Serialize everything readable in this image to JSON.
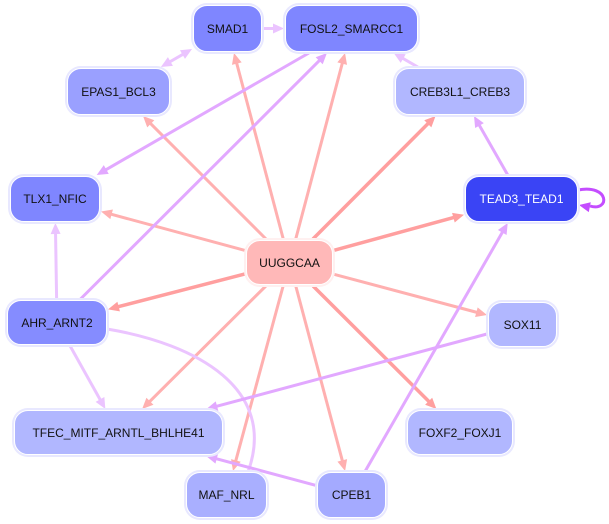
{
  "graph": {
    "title": "UUGGCAA regulatory network",
    "colors": {
      "center_fill": "#ffb8b8",
      "edge_center": "#ffb0b0",
      "edge_center_strong": "#ff9f9f",
      "edge_tf": "#e2a8ff",
      "edge_tf_light": "#ebc4ff",
      "edge_tf_strong": "#c44dff"
    },
    "nodes": [
      {
        "id": "SMAD1",
        "label": "SMAD1",
        "fill": "#7f86ff",
        "text": "dark-text"
      },
      {
        "id": "FOSL2_SMARCC1",
        "label": "FOSL2_SMARCC1",
        "fill": "#7f86ff",
        "text": "dark-text"
      },
      {
        "id": "EPAS1_BCL3",
        "label": "EPAS1_BCL3",
        "fill": "#9aa0ff",
        "text": "dark-text"
      },
      {
        "id": "CREB3L1_CREB3",
        "label": "CREB3L1_CREB3",
        "fill": "#b1b7ff",
        "text": "dark-text"
      },
      {
        "id": "TLX1_NFIC",
        "label": "TLX1_NFIC",
        "fill": "#7f86ff",
        "text": "dark-text"
      },
      {
        "id": "TEAD3_TEAD1",
        "label": "TEAD3_TEAD1",
        "fill": "#3a44f5",
        "text": "light-text"
      },
      {
        "id": "UUGGCAA",
        "label": "UUGGCAA",
        "fill": "#ffb8b8",
        "text": "dark-text"
      },
      {
        "id": "AHR_ARNT2",
        "label": "AHR_ARNT2",
        "fill": "#858cff",
        "text": "dark-text"
      },
      {
        "id": "SOX11",
        "label": "SOX11",
        "fill": "#b1b7ff",
        "text": "dark-text"
      },
      {
        "id": "TFEC_MITF_ARNTL_BHLHE41",
        "label": "TFEC_MITF_ARNTL_BHLHE41",
        "fill": "#b1b7ff",
        "text": "dark-text"
      },
      {
        "id": "FOXF2_FOXJ1",
        "label": "FOXF2_FOXJ1",
        "fill": "#b1b7ff",
        "text": "dark-text"
      },
      {
        "id": "MAF_NRL",
        "label": "MAF_NRL",
        "fill": "#a9afff",
        "text": "dark-text"
      },
      {
        "id": "CPEB1",
        "label": "CPEB1",
        "fill": "#a4aaff",
        "text": "dark-text"
      }
    ],
    "edges": [
      {
        "from": "UUGGCAA",
        "to": "SMAD1",
        "kind": "edge_center"
      },
      {
        "from": "UUGGCAA",
        "to": "FOSL2_SMARCC1",
        "kind": "edge_center"
      },
      {
        "from": "UUGGCAA",
        "to": "EPAS1_BCL3",
        "kind": "edge_center"
      },
      {
        "from": "UUGGCAA",
        "to": "CREB3L1_CREB3",
        "kind": "edge_center_strong"
      },
      {
        "from": "UUGGCAA",
        "to": "TLX1_NFIC",
        "kind": "edge_center"
      },
      {
        "from": "UUGGCAA",
        "to": "TEAD3_TEAD1",
        "kind": "edge_center_strong"
      },
      {
        "from": "UUGGCAA",
        "to": "AHR_ARNT2",
        "kind": "edge_center_strong"
      },
      {
        "from": "UUGGCAA",
        "to": "SOX11",
        "kind": "edge_center"
      },
      {
        "from": "UUGGCAA",
        "to": "TFEC_MITF_ARNTL_BHLHE41",
        "kind": "edge_center"
      },
      {
        "from": "UUGGCAA",
        "to": "FOXF2_FOXJ1",
        "kind": "edge_center_strong"
      },
      {
        "from": "UUGGCAA",
        "to": "MAF_NRL",
        "kind": "edge_center"
      },
      {
        "from": "UUGGCAA",
        "to": "CPEB1",
        "kind": "edge_center"
      },
      {
        "from": "SMAD1",
        "to": "FOSL2_SMARCC1",
        "kind": "edge_tf_light"
      },
      {
        "from": "SMAD1",
        "to": "EPAS1_BCL3",
        "kind": "edge_tf_light",
        "bidirectional": true
      },
      {
        "from": "CREB3L1_CREB3",
        "to": "FOSL2_SMARCC1",
        "kind": "edge_tf_light"
      },
      {
        "from": "FOSL2_SMARCC1",
        "to": "TLX1_NFIC",
        "kind": "edge_tf"
      },
      {
        "from": "AHR_ARNT2",
        "to": "FOSL2_SMARCC1",
        "kind": "edge_tf"
      },
      {
        "from": "AHR_ARNT2",
        "to": "TLX1_NFIC",
        "kind": "edge_tf_light"
      },
      {
        "from": "AHR_ARNT2",
        "to": "TFEC_MITF_ARNTL_BHLHE41",
        "kind": "edge_tf_light"
      },
      {
        "from": "AHR_ARNT2",
        "to": "MAF_NRL",
        "kind": "edge_tf_light",
        "curved": true
      },
      {
        "from": "TEAD3_TEAD1",
        "to": "CREB3L1_CREB3",
        "kind": "edge_tf"
      },
      {
        "from": "TEAD3_TEAD1",
        "to": "TEAD3_TEAD1",
        "kind": "edge_tf_strong",
        "self_loop": true
      },
      {
        "from": "SOX11",
        "to": "TFEC_MITF_ARNTL_BHLHE41",
        "kind": "edge_tf"
      },
      {
        "from": "CPEB1",
        "to": "TEAD3_TEAD1",
        "kind": "edge_tf"
      },
      {
        "from": "CPEB1",
        "to": "TFEC_MITF_ARNTL_BHLHE41",
        "kind": "edge_tf"
      }
    ]
  }
}
